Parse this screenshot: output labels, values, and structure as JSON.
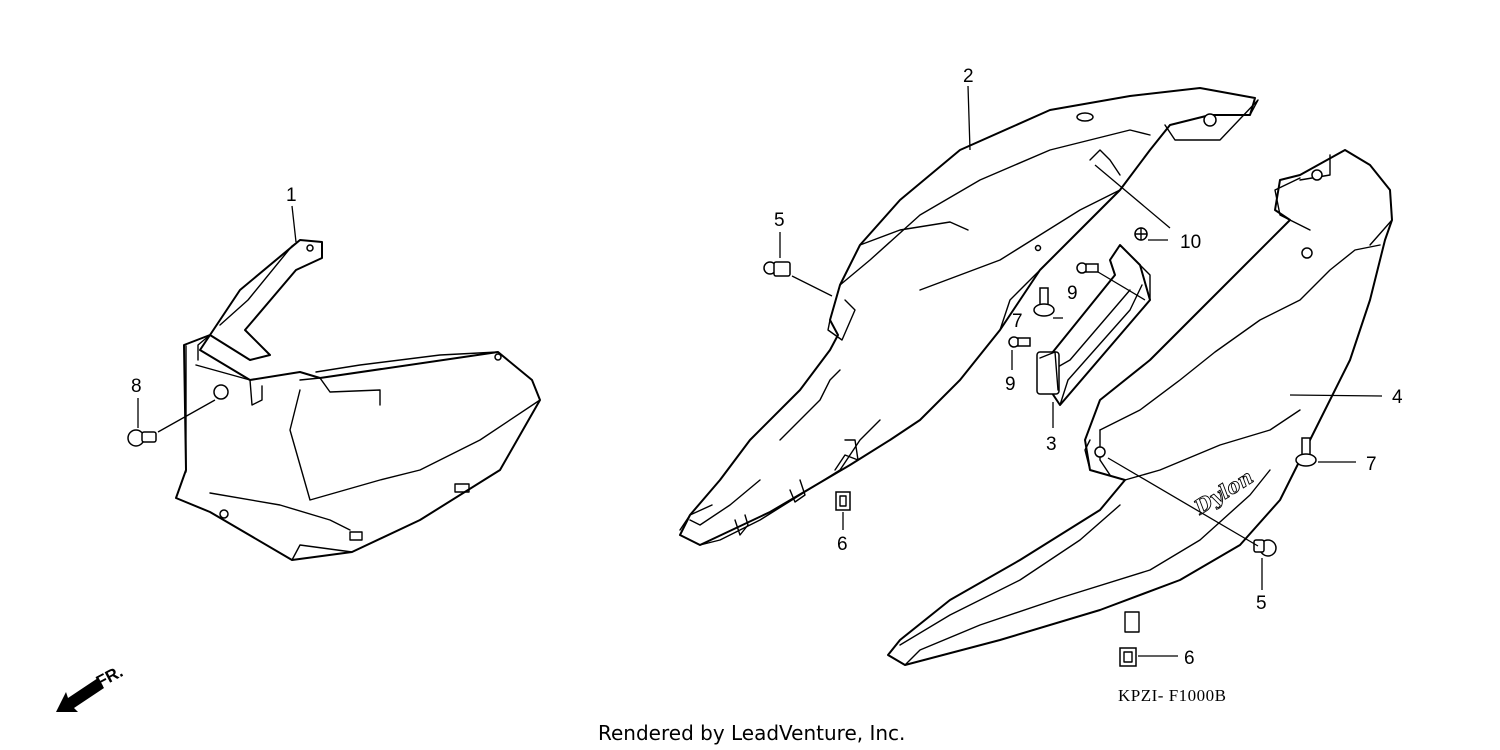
{
  "callouts": {
    "c1": "1",
    "c2": "2",
    "c3": "3",
    "c4": "4",
    "c5a": "5",
    "c5b": "5",
    "c6a": "6",
    "c6b": "6",
    "c7a": "7",
    "c7b": "7",
    "c8": "8",
    "c9a": "9",
    "c9b": "9",
    "c10": "10"
  },
  "direction_label": "FR.",
  "diagram_code": "KPZI- F1000B",
  "emblem_text": "Dylon",
  "credit": "Rendered by LeadVenture, Inc."
}
